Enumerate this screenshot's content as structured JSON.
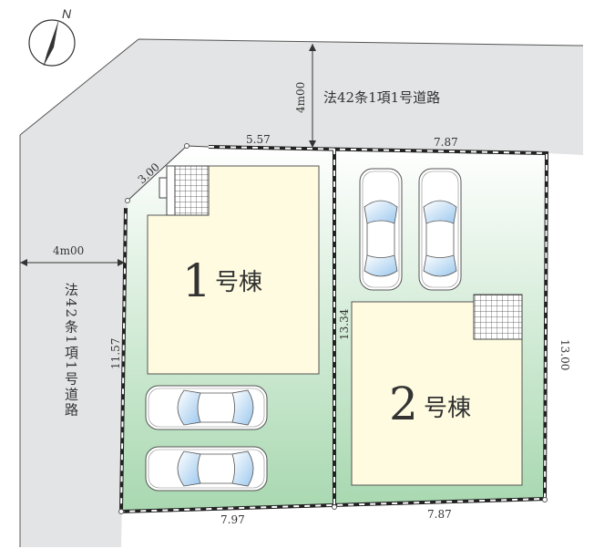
{
  "compass": {
    "label": "N"
  },
  "roads": {
    "north": {
      "label": "法42条1項1号道路",
      "width": "4m00"
    },
    "west": {
      "label": "法42条1項1号道路",
      "width": "4m00"
    }
  },
  "lots": [
    {
      "number": "1",
      "suffix": "号棟",
      "parking_spaces": 2
    },
    {
      "number": "2",
      "suffix": "号棟",
      "parking_spaces": 2
    }
  ],
  "dimensions": {
    "corner_cut": "3.00",
    "lot1_north": "5.57",
    "lot2_north": "7.87",
    "lot1_west": "11.57",
    "middle": "13.34",
    "lot2_east": "13.00",
    "lot1_south": "7.97",
    "lot2_south": "7.87"
  },
  "colors": {
    "road": "#e3e4e5",
    "lot_green": "#a8d8b0",
    "building": "#fefbe0",
    "car_glass": "#9cc8ee"
  }
}
